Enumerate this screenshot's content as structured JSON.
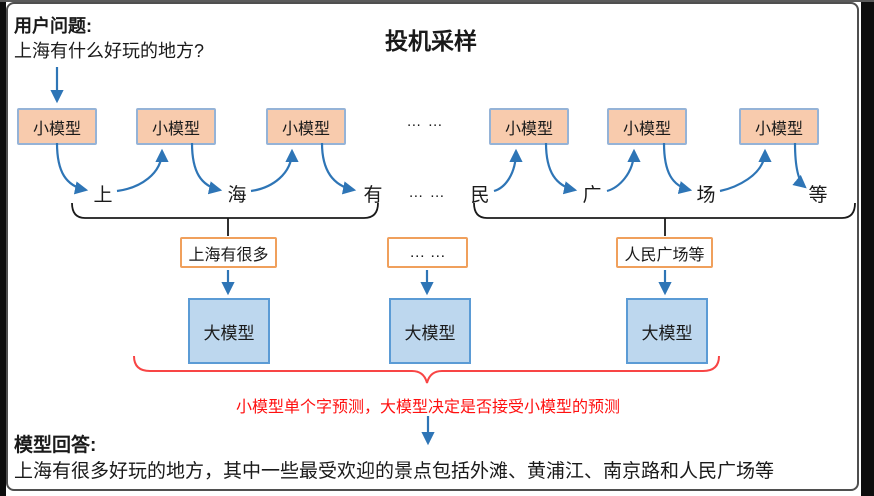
{
  "title": "投机采样",
  "user_question": {
    "label": "用户问题:",
    "text": "上海有什么好玩的地方?"
  },
  "labels": {
    "small_model": "小模型",
    "large_model": "大模型"
  },
  "ellipsis": "… …",
  "tokens": [
    "上",
    "海",
    "有",
    "… …",
    "民",
    "广",
    "场",
    "等"
  ],
  "drafts": [
    "上海有很多",
    "… …",
    "人民广场等"
  ],
  "note": "小模型单个字预测，大模型决定是否接受小模型的预测",
  "answer": {
    "label": "模型回答:",
    "text": "上海有很多好玩的地方，其中一些最受欢迎的景点包括外滩、黄浦江、南京路和人民广场等"
  },
  "colors": {
    "small_model_fill": "#F8CBAD",
    "small_model_border": "#95B3D7",
    "large_model_fill": "#BDD7EE",
    "large_model_border": "#5B9BD5",
    "draft_border": "#F0A05C",
    "arrow_blue": "#2E75B6",
    "note_red": "#FF1010",
    "brace_black": "#1a1a1a",
    "brace_red": "#F84545"
  }
}
